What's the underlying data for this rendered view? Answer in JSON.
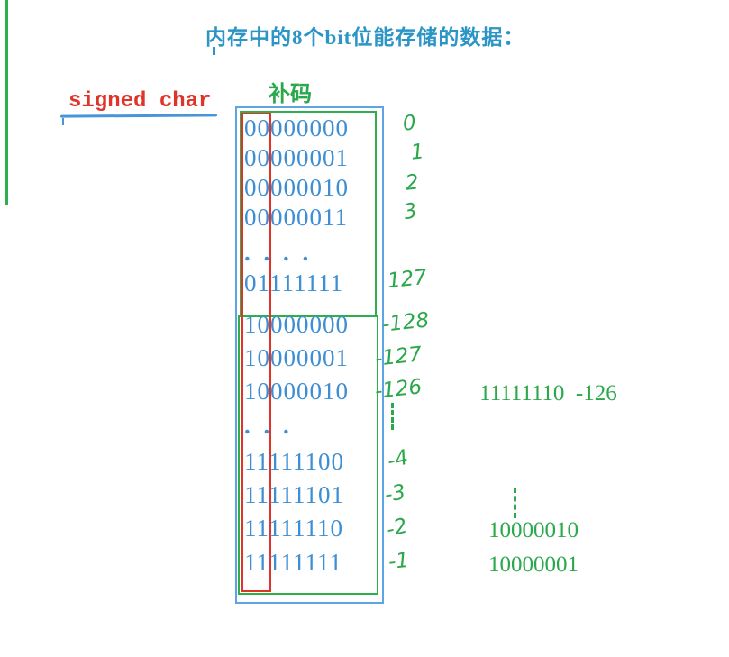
{
  "title": "内存中的8个bit位能存储的数据：",
  "labels": {
    "signed_char": "signed char",
    "complement": "补码"
  },
  "colors": {
    "binary_blue": "#3d8ed2",
    "title_blue": "#2b95c6",
    "box_blue": "#5ea4e4",
    "green": "#2ca84c",
    "red": "#e0342a"
  },
  "rows": [
    {
      "binary": "00000000",
      "value": "0"
    },
    {
      "binary": "00000001",
      "value": "1"
    },
    {
      "binary": "00000010",
      "value": "2"
    },
    {
      "binary": "00000011",
      "value": "3"
    },
    {
      "binary": ". . . .",
      "value": ""
    },
    {
      "binary": "01111111",
      "value": "127"
    },
    {
      "binary": "10000000",
      "value": "-128"
    },
    {
      "binary": "10000001",
      "value": "-127"
    },
    {
      "binary": "10000010",
      "value": "-126"
    },
    {
      "binary": ". . .",
      "value": ""
    },
    {
      "binary": "11111100",
      "value": "-4"
    },
    {
      "binary": "11111101",
      "value": "-3"
    },
    {
      "binary": "11111110",
      "value": "-2"
    },
    {
      "binary": "11111111",
      "value": "-1"
    }
  ],
  "side_notes": {
    "note_126": "11111110  -126",
    "note_2": "10000010",
    "note_1": "10000001"
  }
}
